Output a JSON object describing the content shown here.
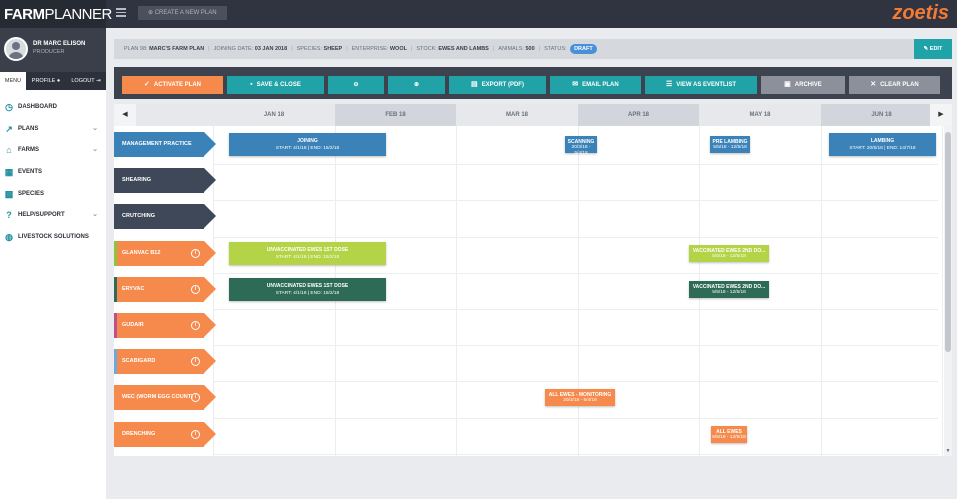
{
  "app": {
    "logo_bold": "FARM",
    "logo_thin": "PLANNER",
    "create_label": "CREATE A NEW PLAN",
    "brand": "zoetis"
  },
  "user": {
    "name": "DR MARC ELISON",
    "role": "PRODUCER",
    "tabs": [
      "MENU",
      "PROFILE",
      "LOGOUT"
    ]
  },
  "nav": [
    {
      "label": "DASHBOARD",
      "icon": "dashboard-icon",
      "has_chevron": false
    },
    {
      "label": "PLANS",
      "icon": "chart-line-icon",
      "has_chevron": true
    },
    {
      "label": "FARMS",
      "icon": "home-icon",
      "has_chevron": true
    },
    {
      "label": "EVENTS",
      "icon": "calendar-icon",
      "has_chevron": false
    },
    {
      "label": "SPECIES",
      "icon": "grid-icon",
      "has_chevron": false
    },
    {
      "label": "HELP/SUPPORT",
      "icon": "question-icon",
      "has_chevron": true
    },
    {
      "label": "LIVESTOCK SOLUTIONS",
      "icon": "globe-icon",
      "has_chevron": false
    }
  ],
  "plan": {
    "plan_label": "PLAN 98:",
    "plan_value": "MARC'S FARM PLAN",
    "joining_label": "JOINING DATE:",
    "joining_value": "03 JAN 2018",
    "species_label": "SPECIES:",
    "species_value": "SHEEP",
    "enterprise_label": "ENTERPRISE:",
    "enterprise_value": "WOOL",
    "stock_label": "STOCK:",
    "stock_value": "EWES AND LAMBS",
    "animals_label": "ANIMALS:",
    "animals_value": "500",
    "status_label": "STATUS:",
    "status_value": "DRAFT",
    "edit_label": "EDIT"
  },
  "toolbar": {
    "activate": "ACTIVATE PLAN",
    "save": "SAVE & CLOSE",
    "export": "EXPORT (PDF)",
    "email": "EMAIL PLAN",
    "eventlist": "VIEW AS EVENTLIST",
    "archive": "ARCHIVE",
    "clear": "CLEAR PLAN"
  },
  "months": [
    "JAN 18",
    "FEB 18",
    "MAR 18",
    "APR 18",
    "MAY 18",
    "JUN 18"
  ],
  "rows": [
    {
      "label": "MANAGEMENT PRACTICE",
      "color": "#3b82b8",
      "info": false,
      "stripe": ""
    },
    {
      "label": "SHEARING",
      "color": "#3f4858",
      "info": false,
      "stripe": ""
    },
    {
      "label": "CRUTCHING",
      "color": "#3f4858",
      "info": false,
      "stripe": ""
    },
    {
      "label": "GLANVAC B12",
      "color": "#f58a4c",
      "info": true,
      "stripe": "#8cc63f"
    },
    {
      "label": "ERYVAC",
      "color": "#f58a4c",
      "info": true,
      "stripe": "#2d6b57"
    },
    {
      "label": "GUDAIR",
      "color": "#f58a4c",
      "info": true,
      "stripe": "#c0508a"
    },
    {
      "label": "SCABIGARD",
      "color": "#f58a4c",
      "info": true,
      "stripe": "#6fa8dc"
    },
    {
      "label": "WEC (WORM EGG COUNT)",
      "color": "#f58a4c",
      "info": true,
      "stripe": ""
    },
    {
      "label": "DRENCHING",
      "color": "#f58a4c",
      "info": true,
      "stripe": ""
    }
  ],
  "events": [
    {
      "title": "JOINING",
      "sub": "START: 4/1/18 | END: 15/2/18",
      "row": 0,
      "color": "#3b82b8"
    },
    {
      "title": "SCANNING",
      "sub": "20/3/18 - 5/4/18",
      "row": 0,
      "color": "#3b82b8"
    },
    {
      "title": "PRE LAMBING",
      "sub": "5/5/18 - 12/5/18",
      "row": 0,
      "color": "#3b82b8"
    },
    {
      "title": "LAMBING",
      "sub": "START: 20/5/18 | END: 14/7/18",
      "row": 0,
      "color": "#3b82b8"
    },
    {
      "title": "UNVACCINATED EWES 1ST DOSE",
      "sub": "START: 4/1/18 | END: 15/2/18",
      "row": 3,
      "color": "#b4d346"
    },
    {
      "title": "VACCINATED EWES 2ND DO...",
      "sub": "5/5/18 - 12/5/18",
      "row": 3,
      "color": "#b4d346"
    },
    {
      "title": "UNVACCINATED EWES 1ST DOSE",
      "sub": "START: 4/1/18 | END: 15/2/18",
      "row": 4,
      "color": "#2d6b57"
    },
    {
      "title": "VACCINATED EWES 2ND DO...",
      "sub": "5/5/18 - 12/5/18",
      "row": 4,
      "color": "#2d6b57"
    },
    {
      "title": "ALL EWES - MONITORING",
      "sub": "20/3/18 - 5/4/18",
      "row": 7,
      "color": "#f58a4c"
    },
    {
      "title": "ALL EWES",
      "sub": "5/5/18 - 12/5/18",
      "row": 8,
      "color": "#f58a4c"
    }
  ]
}
